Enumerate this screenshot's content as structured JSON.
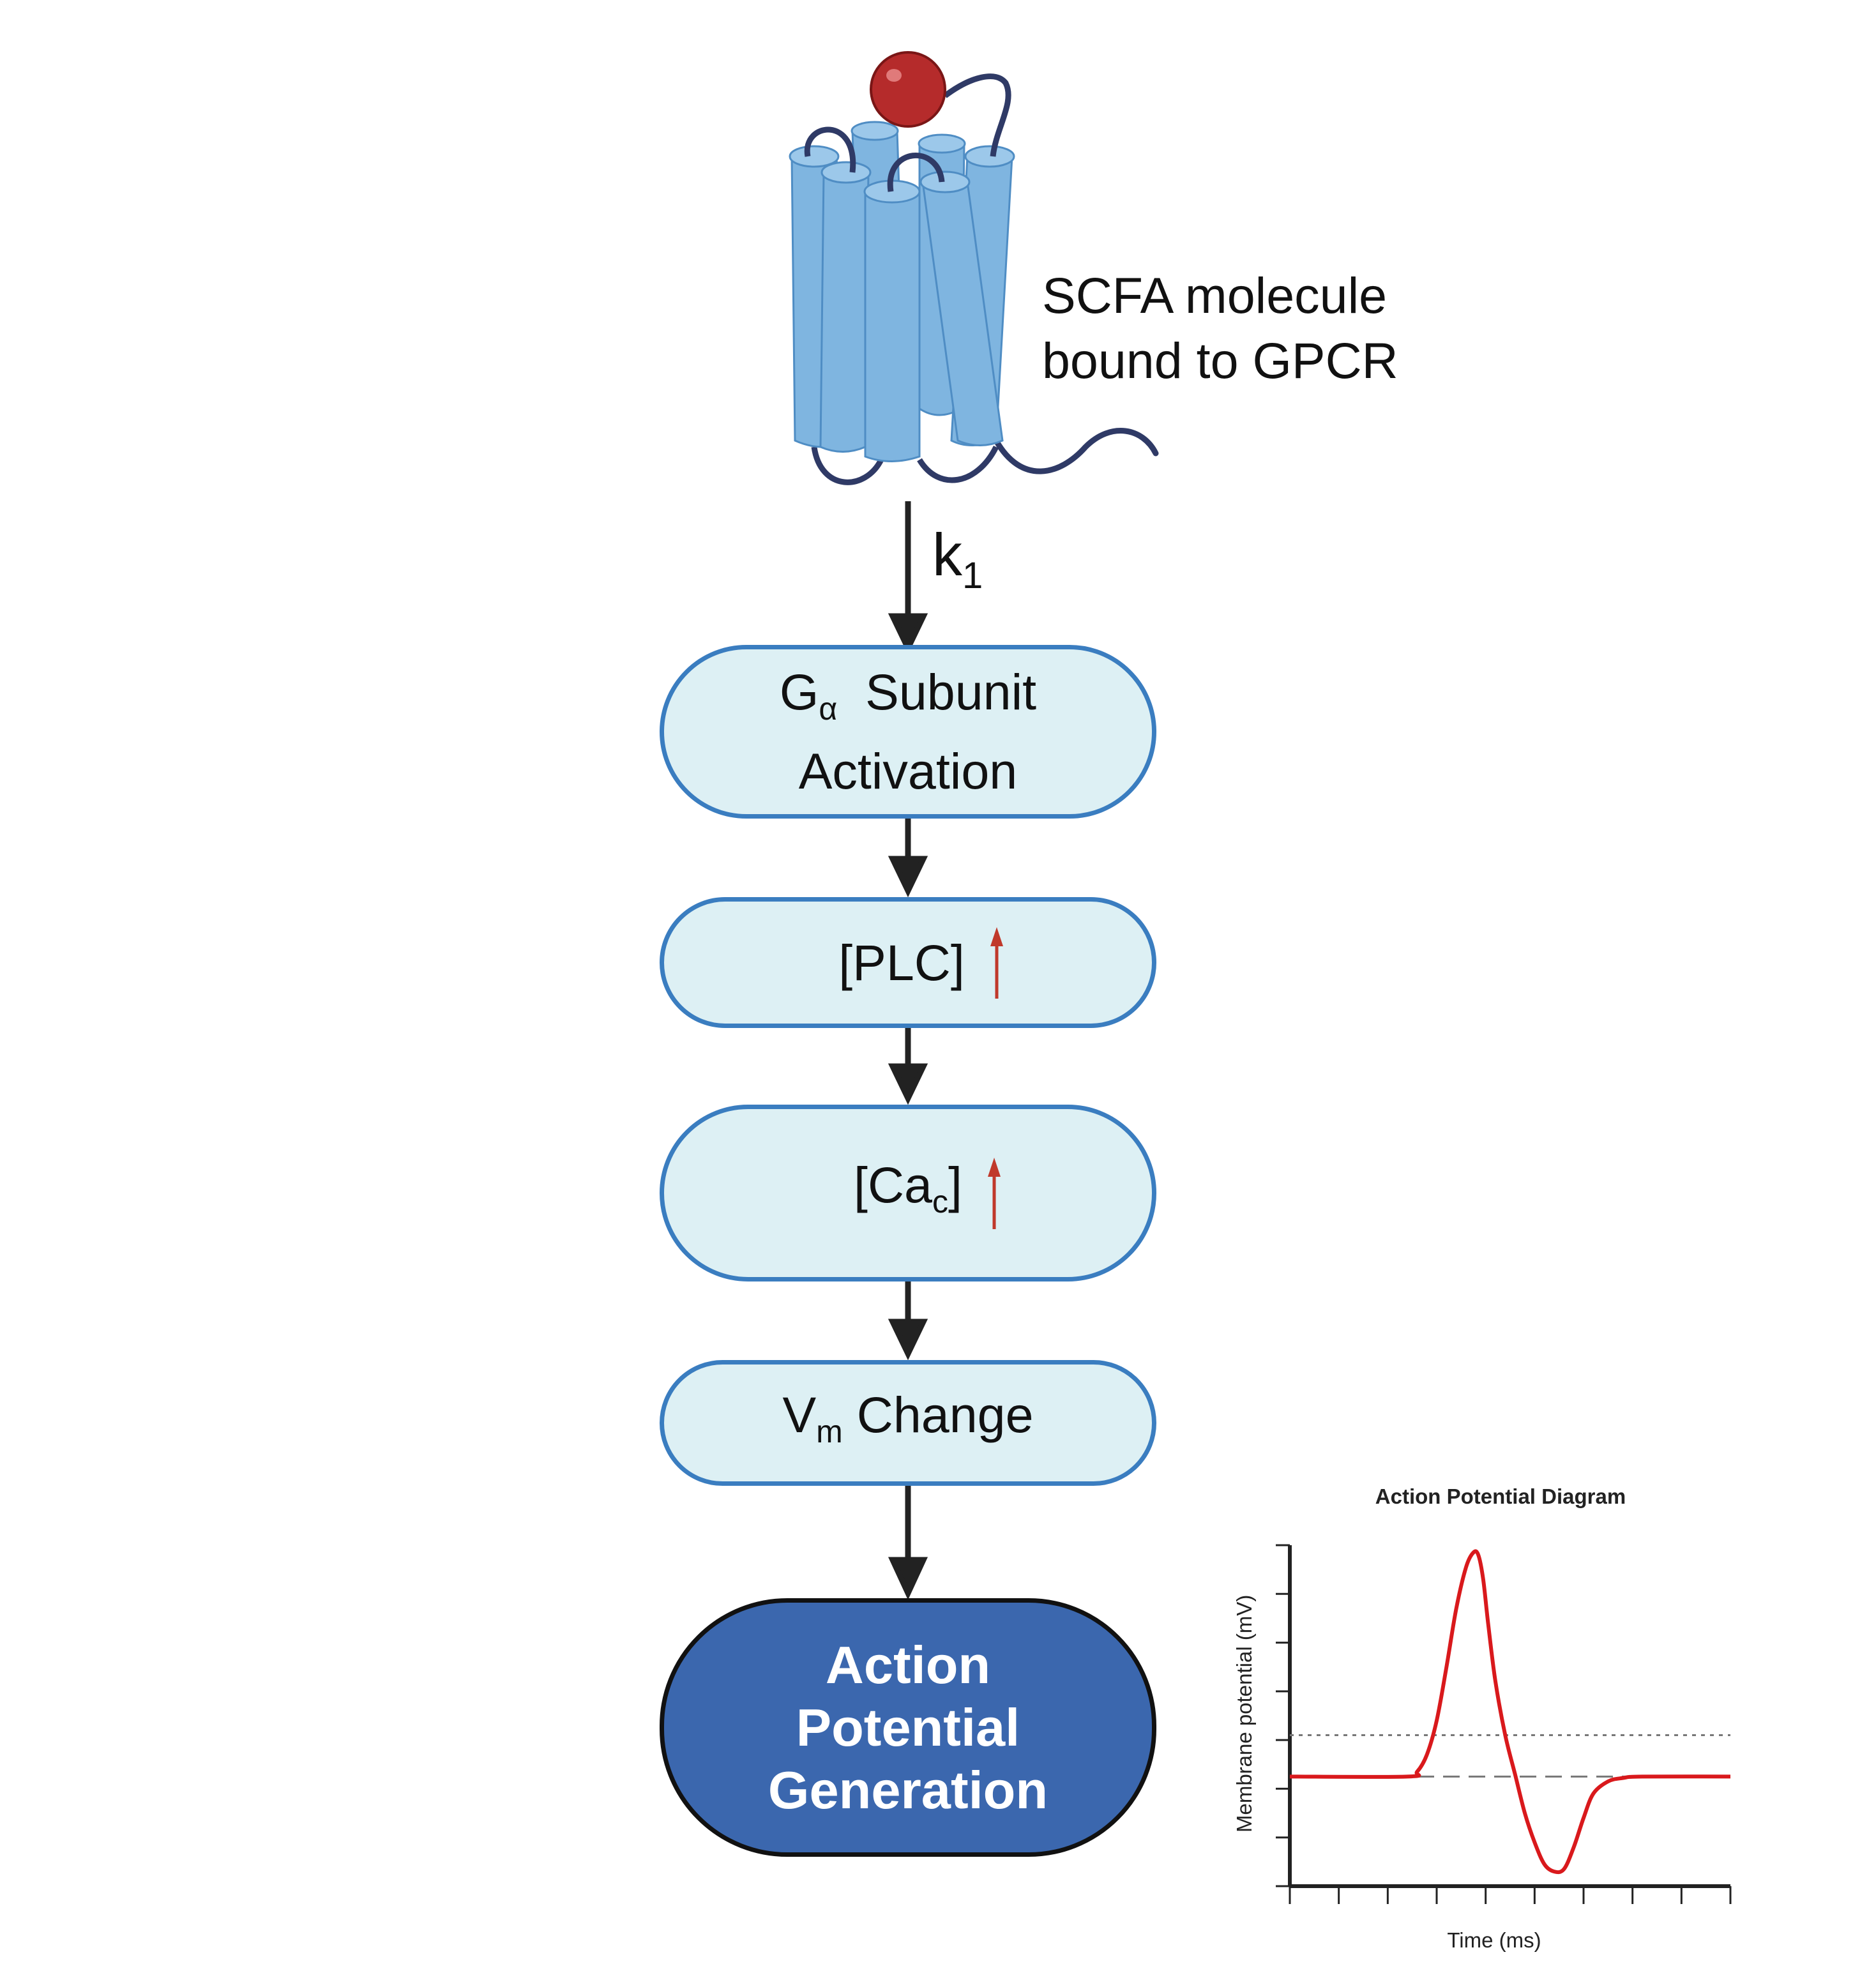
{
  "receptor": {
    "label_line1": "SCFA molecule",
    "label_line2": "bound to GPCR",
    "colors": {
      "helix": "#7fb5e0",
      "helix_edge": "#4f8dc4",
      "loop": "#2f3a66",
      "ligand": "#b52b2b"
    }
  },
  "rate": {
    "symbol": "k",
    "subscript": "1"
  },
  "steps": [
    {
      "main": "G",
      "sub": "α",
      "rest": "  Subunit",
      "line2": "Activation"
    },
    {
      "text": "[PLC]",
      "indicator": "up-arrow"
    },
    {
      "pre": "[Ca",
      "sub": "c",
      "post": "]",
      "indicator": "up-arrow"
    },
    {
      "main": "V",
      "sub": "m",
      "rest": " Change"
    },
    {
      "line1": "Action",
      "line2": "Potential",
      "line3": "Generation"
    }
  ],
  "colors": {
    "pill_fill": "#ddf0f4",
    "pill_border": "#3a7dc0",
    "final_fill": "#3b67ae",
    "arrow": "#222222",
    "indicator": "#c0392b",
    "trace": "#d9191c"
  },
  "chart_data": {
    "type": "line",
    "title": "Action Potential Diagram",
    "xlabel": "Time (ms)",
    "ylabel": "Membrane potential (mV)",
    "xlim": [
      0,
      9
    ],
    "ylim": [
      0,
      7
    ],
    "x_ticks": 10,
    "y_ticks": 8,
    "reference_lines": [
      {
        "name": "threshold",
        "y": 3.1,
        "style": "dotted"
      },
      {
        "name": "resting",
        "y": 2.25,
        "style": "dashed"
      }
    ],
    "series": [
      {
        "x": [
          0,
          2.4,
          2.6,
          2.8,
          3.0,
          3.2,
          3.4,
          3.6,
          3.75,
          3.85,
          3.95,
          4.05,
          4.2,
          4.4,
          4.6,
          4.8,
          5.0,
          5.2,
          5.4,
          5.6,
          5.8,
          6.0,
          6.2,
          6.5,
          6.8,
          7.2,
          9.0
        ],
        "y": [
          2.25,
          2.25,
          2.35,
          2.7,
          3.4,
          4.5,
          5.7,
          6.55,
          6.85,
          6.8,
          6.3,
          5.4,
          4.2,
          3.1,
          2.3,
          1.5,
          0.9,
          0.45,
          0.3,
          0.35,
          0.8,
          1.4,
          1.9,
          2.15,
          2.22,
          2.25,
          2.25
        ]
      }
    ]
  }
}
